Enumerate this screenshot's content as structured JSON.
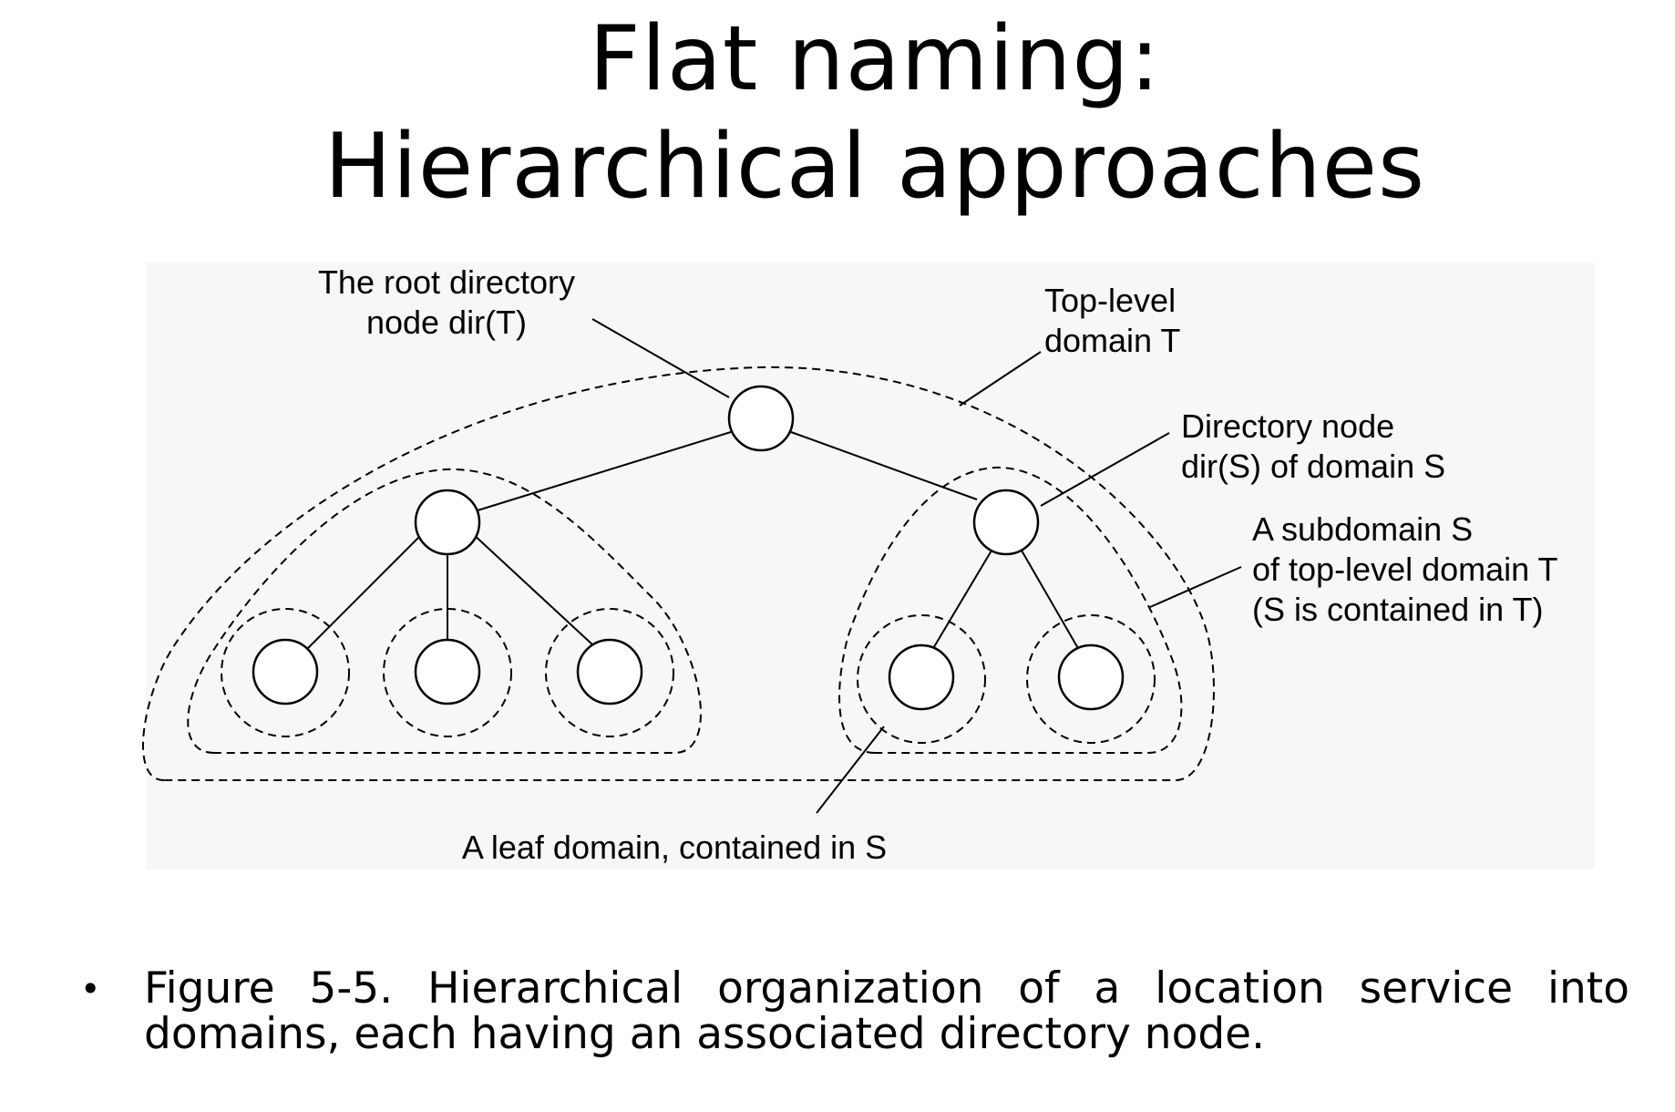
{
  "title": {
    "line1": "Flat naming:",
    "line2": "Hierarchical approaches"
  },
  "figure": {
    "labels": {
      "root_line1": "The root directory",
      "root_line2": "node dir(T)",
      "toplevel_line1": "Top-level",
      "toplevel_line2": "domain T",
      "dirnode_line1": "Directory node",
      "dirnode_line2": "dir(S) of domain S",
      "subdomain_line1": "A subdomain S",
      "subdomain_line2": "of top-level domain T",
      "subdomain_line3": "(S is contained in T)",
      "leaf": "A leaf domain, contained in S"
    }
  },
  "caption": {
    "bullet": "•",
    "text": "Figure 5-5. Hierarchical organization of a location service into domains, each having an associated directory node."
  }
}
